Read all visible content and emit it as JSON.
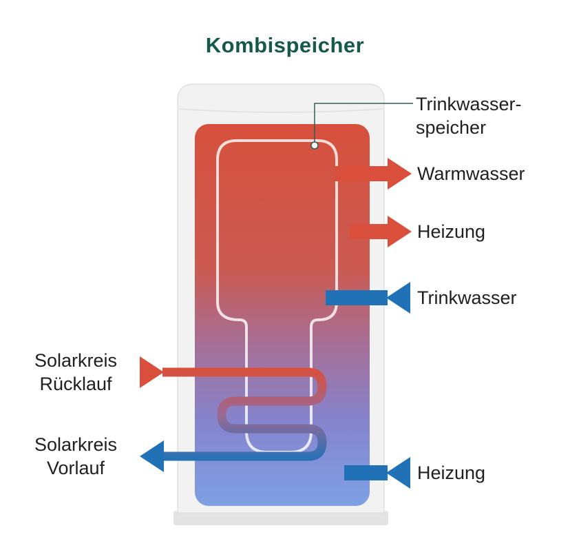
{
  "title": "Kombispeicher",
  "colors": {
    "title_green": "#15594a",
    "label_text": "#202020",
    "red": "#da4f3b",
    "blue": "#2171b7",
    "tank_fill": "#f2f2f2",
    "tank_stroke": "#e0e0e0",
    "tank_seam": "#e3e3e3",
    "base_fill": "#e3e3e3",
    "inner_outline": "#ffffff",
    "leader_line": "#2e5f51",
    "gradient": {
      "s0": "#d6503c",
      "s1": "#cb5a52",
      "s2": "#a56f97",
      "s3": "#8584cd",
      "s4": "#7fa0e4"
    },
    "coil": {
      "top": "#da4f3b",
      "mid": "#9a6a95",
      "bottom": "#2171b7"
    }
  },
  "labels": {
    "tank_pointer": {
      "line1": "Trinkwasser-",
      "line2": "speicher"
    },
    "warmwasser": "Warmwasser",
    "heizung_top": "Heizung",
    "trinkwasser": "Trinkwasser",
    "solar_ruecklauf": {
      "line1": "Solarkreis",
      "line2": "Rücklauf"
    },
    "solar_vorlauf": {
      "line1": "Solarkreis",
      "line2": "Vorlauf"
    },
    "heizung_bottom": "Heizung"
  }
}
